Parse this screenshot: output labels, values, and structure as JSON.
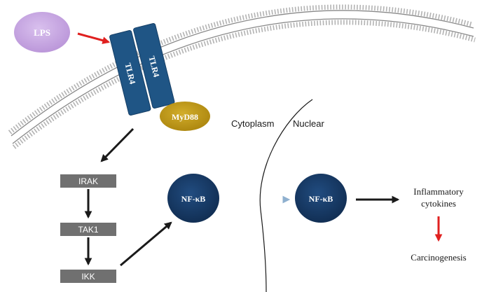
{
  "nodes": {
    "lps": "LPS",
    "tlr4_left": "TLR4",
    "tlr4_right": "TLR4",
    "myd88": "MyD88",
    "irak": "IRAK",
    "tak1": "TAK1",
    "ikk": "IKK",
    "nfkb_cytoplasm": "NF-κB",
    "nfkb_nuclear": "NF-κB",
    "inflammatory_line1": "Inflammatory",
    "inflammatory_line2": "cytokines",
    "carcinogenesis": "Carcinogenesis"
  },
  "regions": {
    "cytoplasm": "Cytoplasm",
    "nuclear": "Nuclear"
  },
  "colors": {
    "lps_fill": "#c9a8e3",
    "receptor_fill": "#1f5585",
    "myd88_fill": "#c39a16",
    "box_fill": "#707070",
    "nfkb_fill": "#163a66",
    "arrow_red": "#e0201f",
    "arrow_dark": "#1a1a1a",
    "arrow_blue": "#8fb0cf"
  }
}
